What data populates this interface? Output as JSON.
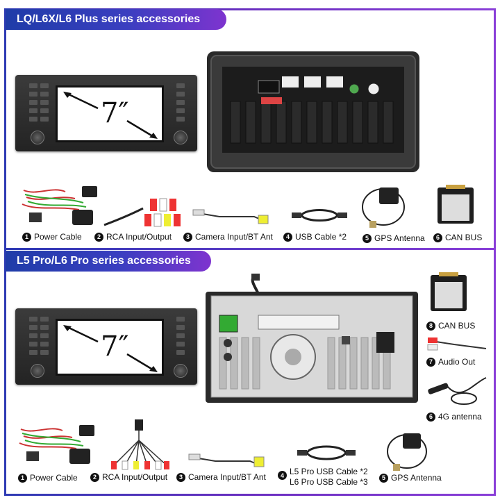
{
  "sections": {
    "top_title": "LQ/L6X/L6 Plus series accessories",
    "bottom_title": "L5 Pro/L6 Pro series accessories"
  },
  "screen_size": "7″",
  "top_items": [
    {
      "num": "1",
      "label": "Power Cable"
    },
    {
      "num": "2",
      "label": "RCA Input/Output"
    },
    {
      "num": "3",
      "label": "Camera Input/BT Ant"
    },
    {
      "num": "4",
      "label": "USB Cable *2"
    },
    {
      "num": "5",
      "label": "GPS Antenna"
    },
    {
      "num": "6",
      "label": "CAN BUS"
    }
  ],
  "bottom_right_items": [
    {
      "num": "8",
      "label": "CAN BUS"
    },
    {
      "num": "7",
      "label": "Audio Out"
    },
    {
      "num": "6",
      "label": "4G antenna"
    }
  ],
  "bottom_items": [
    {
      "num": "1",
      "label": "Power Cable"
    },
    {
      "num": "2",
      "label": "RCA Input/Output"
    },
    {
      "num": "3",
      "label": "Camera Input/BT Ant"
    },
    {
      "num": "4",
      "label": "L5 Pro USB Cable *2",
      "label2": "L6 Pro USB Cable *3"
    },
    {
      "num": "5",
      "label": "GPS Antenna"
    }
  ],
  "colors": {
    "banner_start": "#1f3ca8",
    "banner_end": "#7e34cf"
  }
}
